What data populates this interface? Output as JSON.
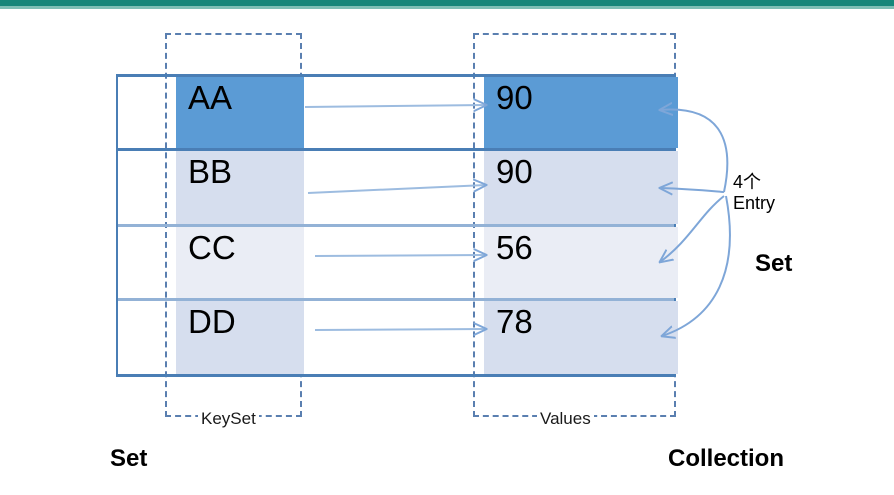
{
  "slide": {
    "title_bar_color": "#17867A",
    "title_bar_accent_color": "#7FBFB6"
  },
  "diagram": {
    "type": "map-structure-diagram",
    "key_column_label": "KeySet",
    "value_column_label": "Values",
    "entries": [
      {
        "key": "AA",
        "value": "90",
        "highlight": true,
        "row_color": "#5B9BD5"
      },
      {
        "key": "BB",
        "value": "90",
        "highlight": false,
        "row_color": "#D6DEEE"
      },
      {
        "key": "CC",
        "value": "56",
        "highlight": false,
        "row_color": "#EAEDF5"
      },
      {
        "key": "DD",
        "value": "78",
        "highlight": false,
        "row_color": "#D6DEEE"
      }
    ],
    "annotations": {
      "entry_count": "4个",
      "entry_word": "Entry",
      "set_right": "Set",
      "set_left": "Set",
      "collection": "Collection"
    },
    "colors": {
      "accent_blue": "#5B9BD5",
      "arrow_blue": "#7EA6D8",
      "border_blue": "#4A7EB5",
      "dash_blue": "#5A7FB0"
    }
  }
}
